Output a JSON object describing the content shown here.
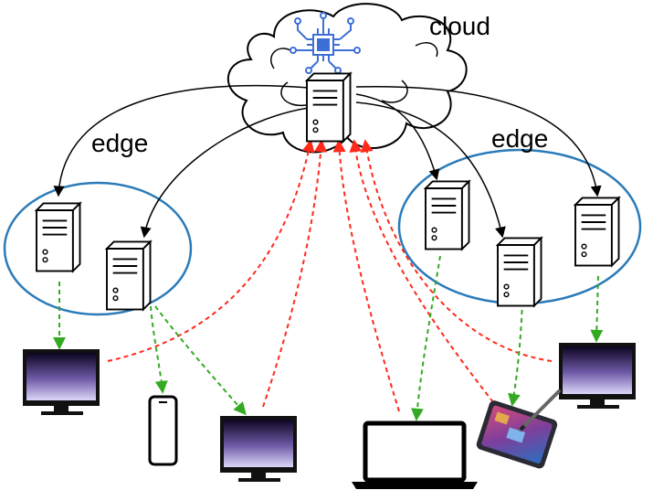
{
  "labels": {
    "cloud": "cloud",
    "edge_left": "edge",
    "edge_right": "edge"
  },
  "icons": {
    "cloud_shape": "cloud-icon",
    "chip": "circuit-chip-icon",
    "server": "server-icon",
    "monitor": "monitor-icon",
    "phone": "smartphone-icon",
    "laptop": "laptop-icon",
    "tablet": "tablet-with-stylus-icon"
  },
  "colors": {
    "cloud_to_edge_links": "#000000",
    "device_to_cloud_links": "#ff2a1a",
    "edge_to_device_links": "#33aa22",
    "edge_cluster_outline": "#2b7bb9",
    "chip_icon": "#3d6fd6"
  }
}
